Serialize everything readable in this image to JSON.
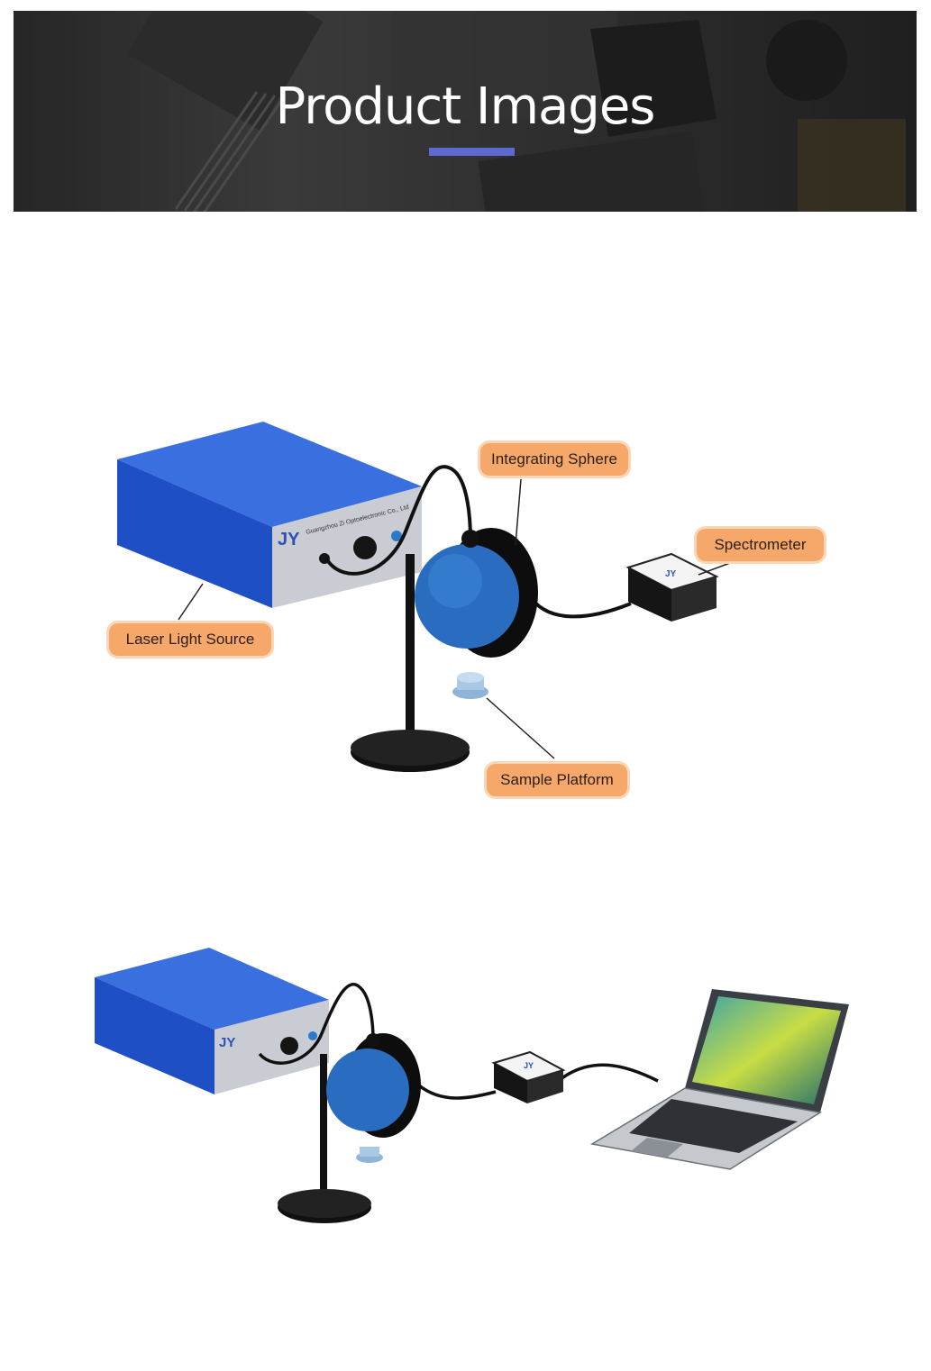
{
  "banner": {
    "title": "Product Images"
  },
  "labels": {
    "integrating_sphere": "Integrating Sphere",
    "spectrometer": "Spectrometer",
    "laser_light_source": "Laser Light Source",
    "sample_platform": "Sample Platform"
  },
  "device": {
    "brand_logo": "JY",
    "maker_text": "Guangzhou Zi Optoelectronic Co., Ltd"
  },
  "colors": {
    "accent_bar": "#5d6ad0",
    "label_fill": "#f6a86a",
    "device_blue": "#1f4fc4",
    "sphere_blue": "#2a6cc0"
  }
}
